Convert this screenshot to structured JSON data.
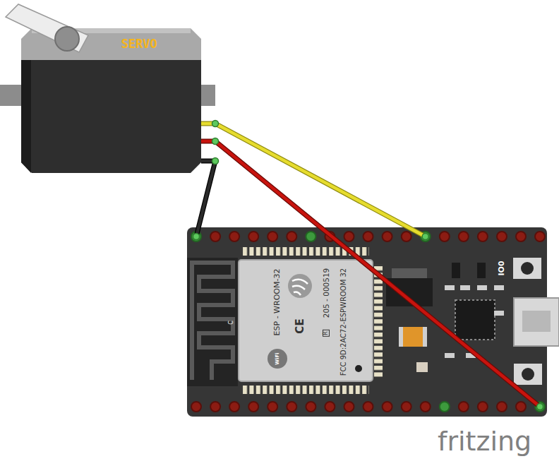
{
  "diagram": {
    "nodes": [
      {
        "text": [
          "SERVO"
        ]
      },
      {
        "text": [
          "IO0"
        ]
      },
      {
        "text": [
          "ESP - WROOM-32",
          "205 - 000519",
          "FCC 9D:2AC72-ESPWROOM 32"
        ],
        "in": 1
      }
    ],
    "edges": [
      {
        "from": 0,
        "to": 1,
        "arrow": "none"
      },
      {
        "from": 0,
        "to": 1,
        "arrow": "none"
      },
      {
        "from": 0,
        "to": 1,
        "arrow": "none"
      }
    ],
    "labels": [
      "C",
      "CE",
      "R",
      "WiFi",
      "fritzing"
    ]
  }
}
